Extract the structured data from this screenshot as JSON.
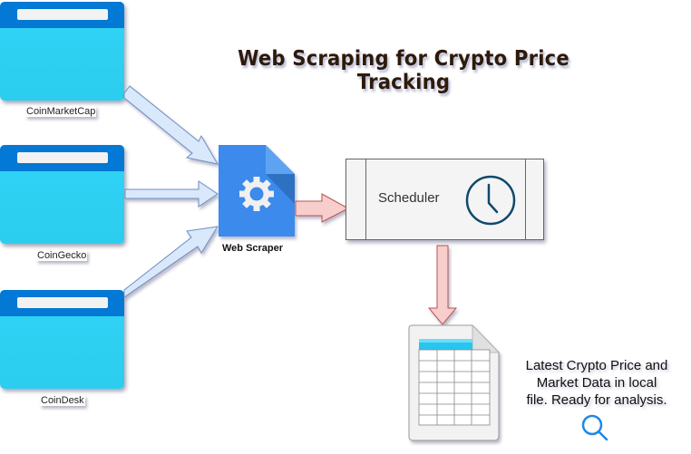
{
  "title": "Web Scraping for Crypto Price Tracking",
  "sources": [
    {
      "label": "CoinMarketCap",
      "icon": "browser-window-icon"
    },
    {
      "label": "CoinGecko",
      "icon": "browser-window-icon"
    },
    {
      "label": "CoinDesk",
      "icon": "browser-window-icon"
    }
  ],
  "scraper": {
    "label": "Web Scraper",
    "icon": "gear-document-icon"
  },
  "scheduler": {
    "label": "Scheduler",
    "icon": "clock-icon"
  },
  "output": {
    "icon": "spreadsheet-file-icon",
    "note_lines": [
      "Latest Crypto Price and",
      "Market Data in local",
      "file. Ready for analysis."
    ],
    "note_icon": "magnifier-icon"
  },
  "colors": {
    "browser_bar": "#0378d4",
    "browser_body": "#30d4f6",
    "scraper_doc": "#3b8aec",
    "input_arrow_fill": "#dae8fc",
    "input_arrow_stroke": "#6c8ebf",
    "flow_arrow_fill": "#f8cecc",
    "flow_arrow_stroke": "#b85450",
    "clock": "#10496b",
    "magnifier": "#1e88e5"
  },
  "edges": [
    {
      "from": "CoinMarketCap",
      "to": "Web Scraper"
    },
    {
      "from": "CoinGecko",
      "to": "Web Scraper"
    },
    {
      "from": "CoinDesk",
      "to": "Web Scraper"
    },
    {
      "from": "Web Scraper",
      "to": "Scheduler"
    },
    {
      "from": "Scheduler",
      "to": "Local File"
    }
  ]
}
